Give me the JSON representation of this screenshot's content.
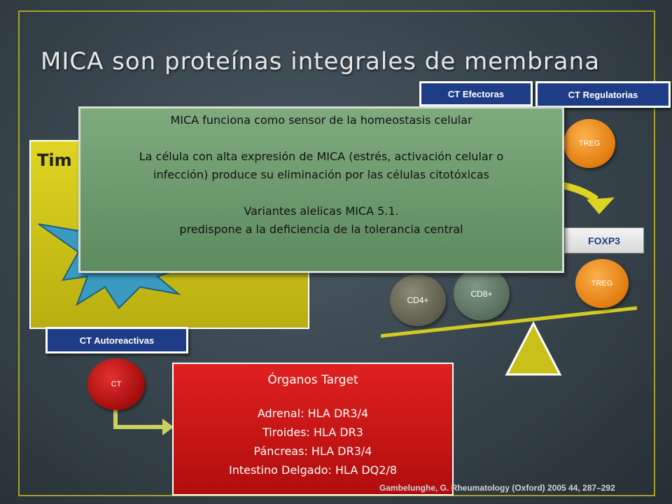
{
  "slide": {
    "title": "MICA son proteínas integrales de membrana",
    "timo_label": "Tim",
    "labels": {
      "ct_efectoras": "CT  Efectoras",
      "ct_regulatorias": "CT  Regulatorias",
      "ct_autoreactivas": "CT  Autoreactivas",
      "foxp3": "FOXP3"
    },
    "cells": {
      "treg_top": "TREG",
      "treg_right": "TREG",
      "cd4": "CD4+",
      "cd8": "CD8+",
      "ct": "CT"
    },
    "popup": {
      "line1": "MICA funciona como sensor de la homeostasis celular",
      "line2": "La célula con alta expresión de MICA (estrés, activación celular o",
      "line3": "infección)  produce su eliminación por las   células citotóxicas",
      "line4": "Variantes alelicas MICA 5.1.",
      "line5": "predispone a la deficiencia de la tolerancia central"
    },
    "target": {
      "heading": "Órganos Target",
      "items": [
        "Adrenal: HLA DR3/4",
        "Tiroides: HLA DR3",
        "Páncreas: HLA DR3/4",
        "Intestino Delgado: HLA DQ2/8"
      ]
    },
    "citation": "Gambelunghe, G. Rheumatology (Oxford) 2005 44, 287–292",
    "colors": {
      "label_blue": "#1f3d86",
      "popup_green": "#6f9c70",
      "target_red": "#d01818",
      "timo_yellow": "#d2c81a",
      "treg_orange": "#f08a1c",
      "frame_gold": "#a7a12a"
    }
  }
}
